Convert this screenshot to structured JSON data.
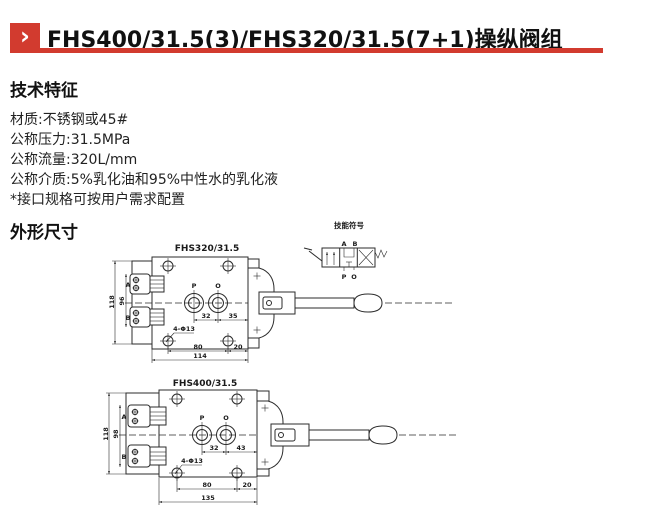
{
  "header": {
    "chevron": "›",
    "title": "FHS400/31.5(3)/FHS320/31.5(7+1)操纵阀组",
    "accent_color": "#d23b2f"
  },
  "tech": {
    "heading": "技术特征",
    "lines": [
      "材质:不锈钢或45#",
      "公称压力:31.5MPa",
      "公称流量:320L/mm",
      "公称介质:5%乳化油和95%中性水的乳化液",
      "*接口规格可按用户需求配置"
    ]
  },
  "outline": {
    "heading": "外形尺寸",
    "symbol": {
      "label": "技能符号",
      "ports": {
        "a": "A",
        "b": "B",
        "p": "P",
        "o": "O"
      }
    },
    "drawings": [
      {
        "title": "FHS320/31.5",
        "port_a": "A",
        "port_b": "B",
        "port_p": "P",
        "port_o": "O",
        "height_outer": "118",
        "height_inner": "96",
        "port_spacing": "32",
        "port_to_edge": "35",
        "hole_note": "4-Φ13",
        "hole_spacing": "80",
        "hole_to_edge": "20",
        "width_total": "114"
      },
      {
        "title": "FHS400/31.5",
        "port_a": "A",
        "port_b": "B",
        "port_p": "P",
        "port_o": "O",
        "height_outer": "118",
        "height_inner": "98",
        "port_spacing": "32",
        "port_to_edge": "43",
        "hole_note": "4-Φ13",
        "hole_spacing": "80",
        "hole_to_edge": "20",
        "width_total": "135"
      }
    ]
  }
}
